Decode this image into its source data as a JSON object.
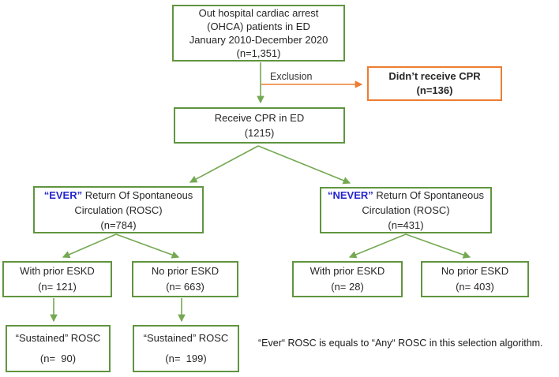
{
  "colors": {
    "green": "#60953F",
    "arrowGreen": "#74A952",
    "orange": "#ED7D31",
    "blue": "#2525CE"
  },
  "boxes": {
    "ohca": {
      "lines": [
        "Out hospital cardiac arrest",
        "(OHCA) patients in ED",
        "January 2010-December 2020",
        "(n=1,351)"
      ]
    },
    "didnt_receive_cpr": {
      "lines": [
        "Didn’t receive CPR",
        "(n=136)"
      ]
    },
    "receive_cpr": {
      "lines": [
        "Receive CPR in ED",
        "(1215)"
      ]
    },
    "ever_rosc": {
      "emph": "“EVER”",
      "line1_rest": " Return Of Spontaneous",
      "line2": "Circulation (ROSC)",
      "line3": "(n=784)"
    },
    "never_rosc": {
      "emph": "“NEVER”",
      "line1_rest": " Return Of Spontaneous",
      "line2": "Circulation (ROSC)",
      "line3": "(n=431)"
    },
    "ever_with_eskd": {
      "lines": [
        "With prior ESKD",
        "(n= 121)"
      ]
    },
    "ever_no_eskd": {
      "lines": [
        "No prior ESKD",
        "(n= 663)"
      ]
    },
    "never_with_eskd": {
      "lines": [
        "With prior ESKD",
        "(n= 28)"
      ]
    },
    "never_no_eskd": {
      "lines": [
        "No prior ESKD",
        "(n= 403)"
      ]
    },
    "sustained_with_eskd": {
      "lines": [
        "“Sustained” ROSC",
        "(n=  90)"
      ]
    },
    "sustained_no_eskd": {
      "lines": [
        "“Sustained” ROSC",
        "(n=  199)"
      ]
    }
  },
  "labels": {
    "exclusion": "Exclusion",
    "footnote": "“Ever“ ROSC is equals to “Any“ ROSC in this selection algorithm."
  }
}
